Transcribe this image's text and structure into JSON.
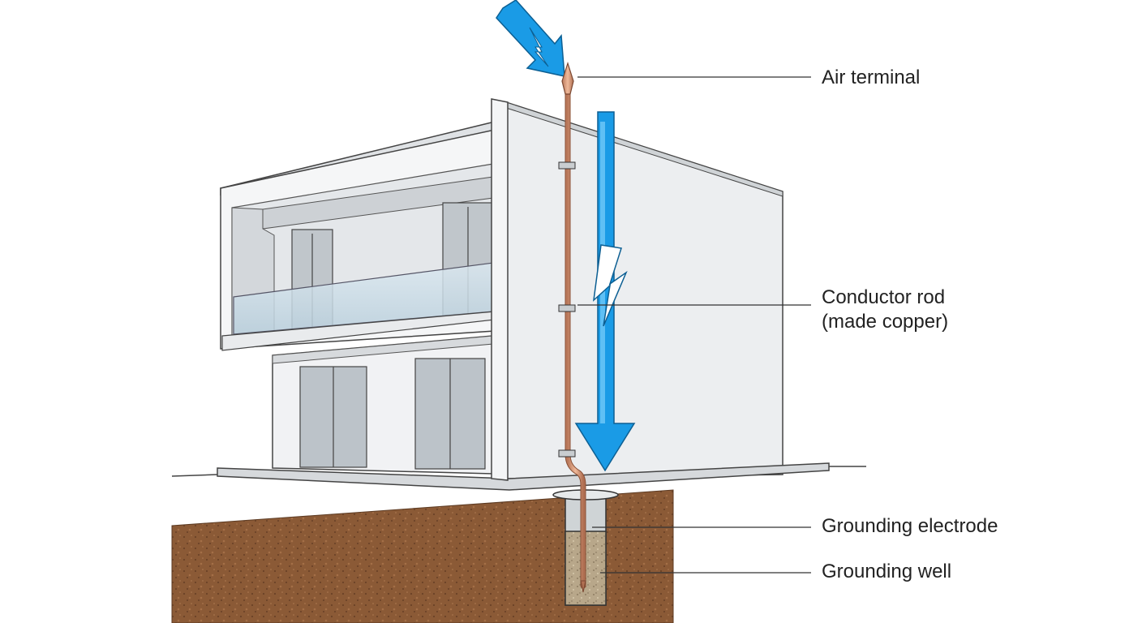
{
  "labels": {
    "air_terminal": "Air terminal",
    "conductor_rod_line1": "Conductor rod",
    "conductor_rod_line2": "(made copper)",
    "grounding_electrode": "Grounding electrode",
    "grounding_well": "Grounding well"
  },
  "colors": {
    "lightning_blue": "#1a9be6",
    "copper": "#d49a7c",
    "soil": "#8a5a35",
    "wall_light": "#f2f3f5",
    "wall_shade": "#d9dcdf",
    "glass": "#c9dde8",
    "leader_line": "#333333"
  }
}
